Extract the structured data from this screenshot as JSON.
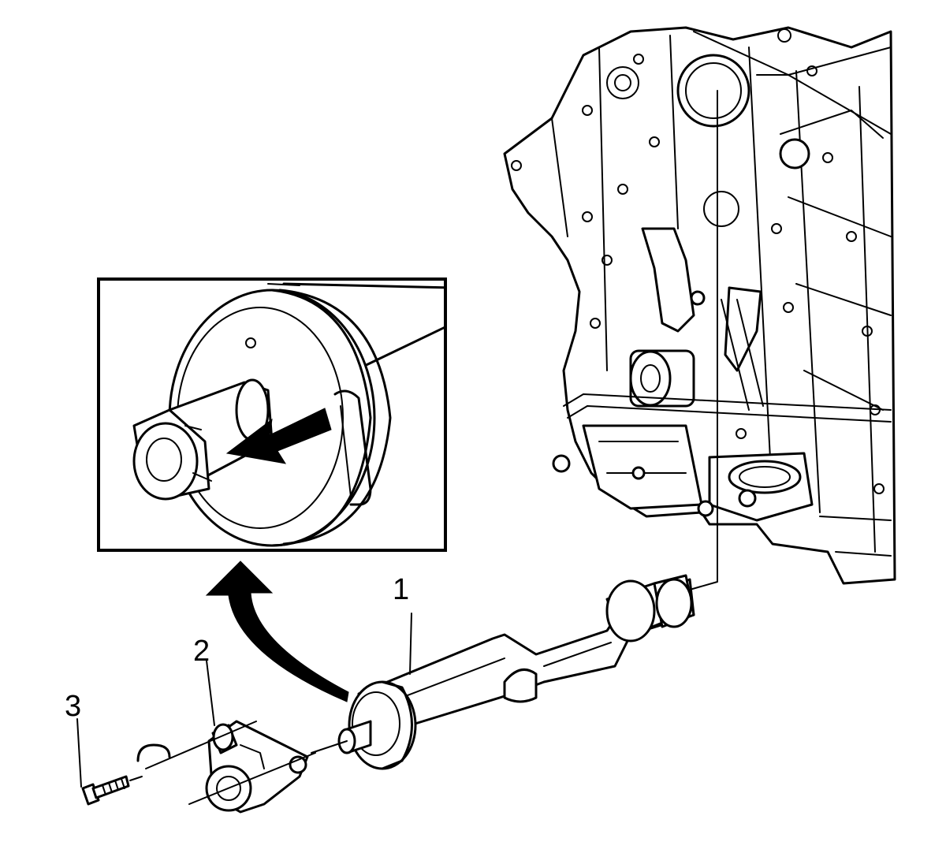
{
  "callouts": {
    "tool": "1",
    "sensor": "2",
    "bolt": "3"
  },
  "colors": {
    "line": "#000000",
    "background": "#ffffff"
  }
}
